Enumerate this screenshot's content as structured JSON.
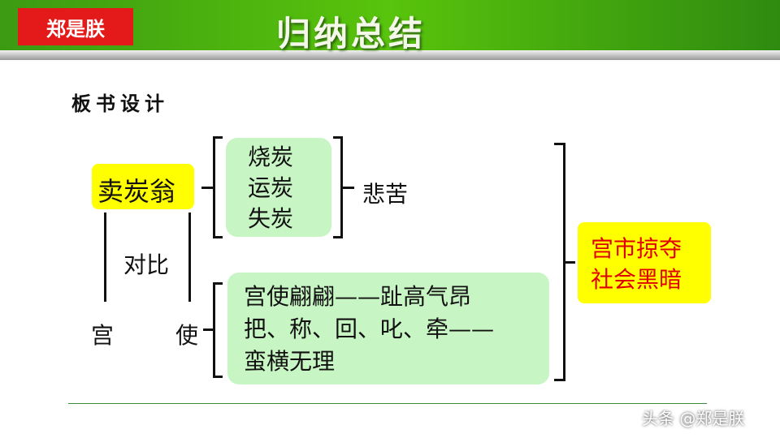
{
  "header": {
    "logo": "郑是朕",
    "title": "归纳总结"
  },
  "subtitle": "板书设计",
  "diagram": {
    "main": "卖炭翁",
    "stages": [
      "烧炭",
      "运炭",
      "失炭"
    ],
    "feeling": "悲苦",
    "contrast": "对比",
    "left_bottom": "宫",
    "right_bottom": "使",
    "envoy_lines": [
      "宫使翩翩——趾高气昂",
      "把、称、回、叱、牵——",
      "蛮横无理"
    ],
    "conclusion": [
      "宫市掠夺",
      "社会黑暗"
    ]
  },
  "watermark": "头条 @郑是朕"
}
